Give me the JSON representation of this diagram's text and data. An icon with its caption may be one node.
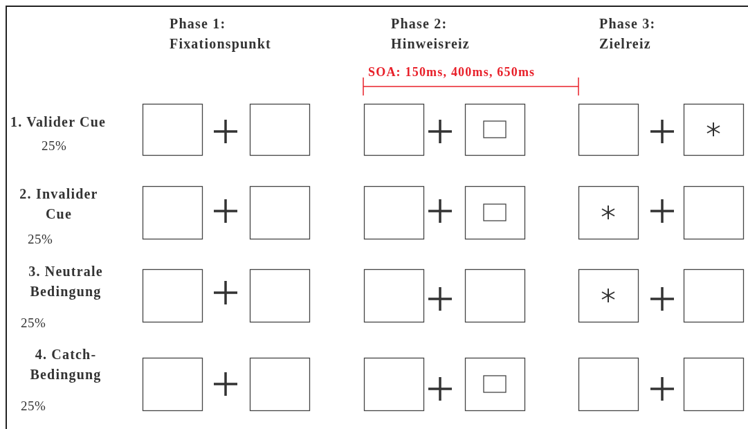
{
  "diagram": {
    "labels": [
      "Phase 1: Fixationspunkt",
      "Phase 2: Hinweisreiz",
      "Phase 3: Zielreiz",
      "SOA: 150ms, 400ms, 650ms",
      "1. Valider Cue",
      "25%",
      "2. Invalider Cue",
      "25%",
      "3. Neutrale Bedingung",
      "25%",
      "4. Catch-Bedingung",
      "25%"
    ]
  }
}
